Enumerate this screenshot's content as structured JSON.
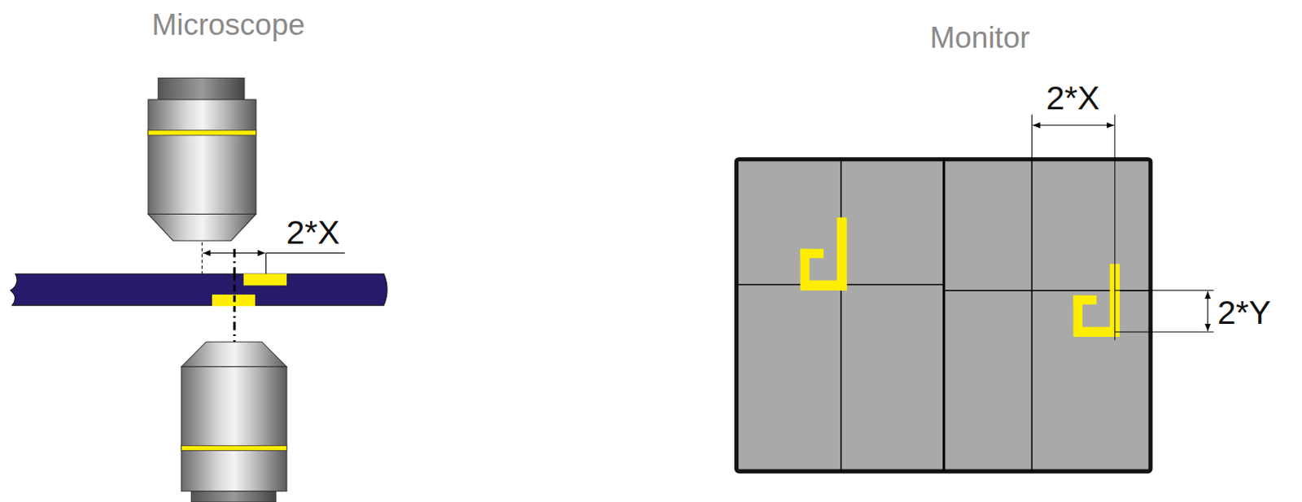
{
  "diagram": {
    "labels": [
      "Microscope",
      "2*X",
      "Monitor",
      "2*X",
      "2*Y"
    ]
  }
}
